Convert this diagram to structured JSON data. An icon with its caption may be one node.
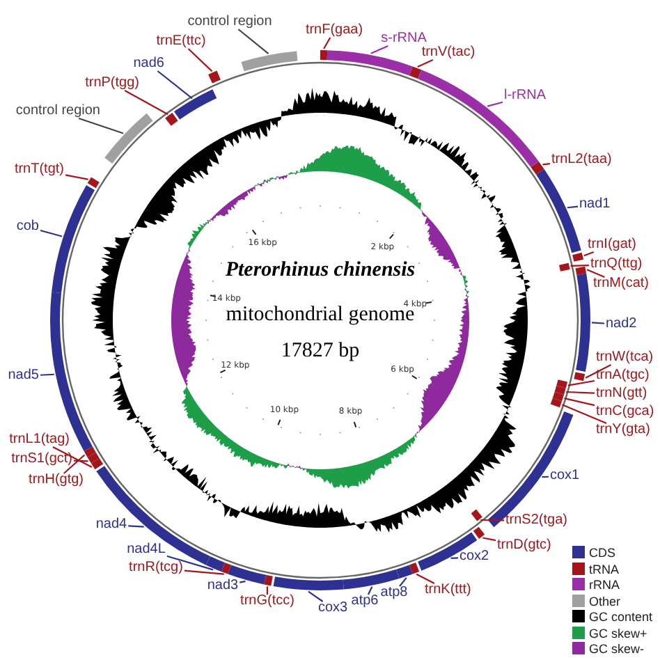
{
  "diagram": {
    "nodes": [
      {
        "text": [
          "control region"
        ]
      },
      {
        "text": [
          "trnE(ttc)"
        ]
      },
      {
        "text": [
          "trnF(gaa)"
        ]
      },
      {
        "text": [
          "s-rRNA"
        ]
      },
      {
        "text": [
          "trnV(tac)"
        ]
      },
      {
        "text": [
          "l-rRNA"
        ]
      },
      {
        "text": [
          "trnL2(taa)"
        ]
      },
      {
        "text": [
          "nad1"
        ]
      },
      {
        "text": [
          "trnI(gat)"
        ]
      },
      {
        "text": [
          "trnQ(ttg)"
        ]
      },
      {
        "text": [
          "trnM(cat)"
        ]
      },
      {
        "text": [
          "nad2"
        ]
      },
      {
        "text": [
          "trnW(tca)"
        ]
      },
      {
        "text": [
          "trnA(tgc)"
        ]
      },
      {
        "text": [
          "trnN(gtt)"
        ]
      },
      {
        "text": [
          "trnC(gca)"
        ]
      },
      {
        "text": [
          "trnY(gta)"
        ]
      },
      {
        "text": [
          "cox1"
        ]
      },
      {
        "text": [
          "trnS2(tga)"
        ]
      },
      {
        "text": [
          "trnD(gtc)"
        ]
      },
      {
        "text": [
          "cox2"
        ]
      },
      {
        "text": [
          "trnK(ttt)"
        ]
      },
      {
        "text": [
          "atp8"
        ]
      },
      {
        "text": [
          "atp6"
        ]
      },
      {
        "text": [
          "cox3"
        ]
      },
      {
        "text": [
          "trnG(tcc)"
        ]
      },
      {
        "text": [
          "nad3"
        ]
      },
      {
        "text": [
          "trnR(tcg)"
        ]
      },
      {
        "text": [
          "nad4L"
        ]
      },
      {
        "text": [
          "nad4"
        ]
      },
      {
        "text": [
          "trnL1(tag)"
        ]
      },
      {
        "text": [
          "trnS1(gct)"
        ]
      },
      {
        "text": [
          "trnH(gtg)"
        ]
      },
      {
        "text": [
          "nad5"
        ]
      },
      {
        "text": [
          "cob"
        ]
      },
      {
        "text": [
          "trnT(tgt)"
        ]
      },
      {
        "text": [
          "control region"
        ]
      },
      {
        "text": [
          "trnP(tgg)"
        ]
      },
      {
        "text": [
          "nad6"
        ]
      },
      {
        "text": [],
        "shape": "bar"
      },
      {
        "text": [],
        "shape": "bar"
      },
      {
        "text": [],
        "shape": "bar"
      },
      {
        "text": [],
        "shape": "bar"
      },
      {
        "text": [],
        "shape": "bar"
      },
      {
        "text": [],
        "shape": "bar"
      },
      {
        "text": [],
        "shape": "bar"
      },
      {
        "text": [],
        "shape": "bar"
      },
      {
        "text": [],
        "shape": "bar"
      },
      {
        "text": [],
        "shape": "bar"
      },
      {
        "text": [],
        "shape": "bar"
      },
      {
        "text": [],
        "shape": "bar"
      },
      {
        "text": [],
        "shape": "bar"
      },
      {
        "text": [],
        "shape": "bar"
      },
      {
        "text": [],
        "shape": "bar"
      },
      {
        "text": [],
        "shape": "bar"
      },
      {
        "text": [],
        "shape": "bar"
      },
      {
        "text": [],
        "shape": "bar"
      },
      {
        "text": [],
        "shape": "bar"
      },
      {
        "text": [],
        "shape": "bar"
      },
      {
        "text": [],
        "shape": "bar"
      },
      {
        "text": [],
        "shape": "bar"
      },
      {
        "text": [],
        "shape": "bar"
      },
      {
        "text": [],
        "shape": "bar"
      },
      {
        "text": [],
        "shape": "bar"
      },
      {
        "text": [],
        "shape": "bar"
      },
      {
        "text": [],
        "shape": "bar"
      },
      {
        "text": [],
        "shape": "bar"
      },
      {
        "text": [],
        "shape": "bar"
      },
      {
        "text": [],
        "shape": "bar"
      },
      {
        "text": [],
        "shape": "bar"
      },
      {
        "text": [],
        "shape": "bar"
      },
      {
        "text": [],
        "shape": "bar"
      },
      {
        "text": [],
        "shape": "bar"
      },
      {
        "text": [],
        "shape": "bar"
      },
      {
        "text": [],
        "shape": "bar"
      },
      {
        "text": [],
        "shape": "bar"
      },
      {
        "text": [],
        "shape": "bar"
      },
      {
        "text": [],
        "shape": "bar"
      }
    ],
    "edges": [
      {
        "from": 0,
        "to": 39,
        "arrow": "none",
        "color": "#444444"
      },
      {
        "from": 1,
        "to": 40,
        "arrow": "none"
      },
      {
        "from": 2,
        "to": 41,
        "arrow": "none"
      },
      {
        "from": 3,
        "to": 42,
        "arrow": "none",
        "color": "#9b2fa8"
      },
      {
        "from": 4,
        "to": 43,
        "arrow": "none"
      },
      {
        "from": 5,
        "to": 44,
        "arrow": "none",
        "color": "#9b2fa8"
      },
      {
        "from": 6,
        "to": 45,
        "arrow": "none"
      },
      {
        "from": 7,
        "to": 46,
        "arrow": "none",
        "color": "#2e3192"
      },
      {
        "from": 8,
        "to": 47,
        "arrow": "none"
      },
      {
        "from": 9,
        "to": 48,
        "arrow": "none"
      },
      {
        "from": 10,
        "to": 49,
        "arrow": "none"
      },
      {
        "from": 11,
        "to": 50,
        "arrow": "none",
        "color": "#2e3192"
      },
      {
        "from": 12,
        "to": 51,
        "arrow": "none"
      },
      {
        "from": 13,
        "to": 52,
        "arrow": "none"
      },
      {
        "from": 14,
        "to": 53,
        "arrow": "none"
      },
      {
        "from": 15,
        "to": 54,
        "arrow": "none"
      },
      {
        "from": 16,
        "to": 55,
        "arrow": "none"
      },
      {
        "from": 17,
        "to": 56,
        "arrow": "none",
        "color": "#2e3192"
      },
      {
        "from": 18,
        "to": 57,
        "arrow": "none"
      },
      {
        "from": 19,
        "to": 58,
        "arrow": "none"
      },
      {
        "from": 20,
        "to": 59,
        "arrow": "none",
        "color": "#2e3192"
      },
      {
        "from": 21,
        "to": 60,
        "arrow": "none"
      },
      {
        "from": 22,
        "to": 61,
        "arrow": "none",
        "color": "#2e3192"
      },
      {
        "from": 23,
        "to": 62,
        "arrow": "none",
        "color": "#2e3192"
      },
      {
        "from": 24,
        "to": 63,
        "arrow": "none",
        "color": "#2e3192"
      },
      {
        "from": 25,
        "to": 64,
        "arrow": "none"
      },
      {
        "from": 26,
        "to": 65,
        "arrow": "none",
        "color": "#2e3192"
      },
      {
        "from": 27,
        "to": 66,
        "arrow": "none"
      },
      {
        "from": 28,
        "to": 67,
        "arrow": "none",
        "color": "#2e3192"
      },
      {
        "from": 29,
        "to": 68,
        "arrow": "none",
        "color": "#2e3192"
      },
      {
        "from": 30,
        "to": 69,
        "arrow": "none"
      },
      {
        "from": 31,
        "to": 70,
        "arrow": "none"
      },
      {
        "from": 32,
        "to": 71,
        "arrow": "none"
      },
      {
        "from": 33,
        "to": 72,
        "arrow": "none",
        "color": "#2e3192"
      },
      {
        "from": 34,
        "to": 73,
        "arrow": "none",
        "color": "#2e3192"
      },
      {
        "from": 35,
        "to": 74,
        "arrow": "none"
      },
      {
        "from": 36,
        "to": 75,
        "arrow": "none",
        "color": "#444444"
      },
      {
        "from": 37,
        "to": 76,
        "arrow": "none"
      },
      {
        "from": 38,
        "to": 77,
        "arrow": "none",
        "color": "#2e3192"
      }
    ],
    "labels": [
      "Pterorhinus chinensis",
      "mitochondrial genome",
      "17827 bp",
      "2 kbp",
      "4 kbp",
      "6 kbp",
      "8 kbp",
      "10 kbp",
      "12 kbp",
      "14 kbp",
      "16 kbp"
    ],
    "legend": [
      {
        "text": "CDS",
        "color": "#2e3192"
      },
      {
        "text": "tRNA",
        "color": "#a3171c"
      },
      {
        "text": "rRNA",
        "color": "#9b2fa8"
      },
      {
        "text": "Other",
        "color": "#a0a0a0"
      },
      {
        "text": "GC content",
        "color": "#000000"
      },
      {
        "text": "GC skew+",
        "color": "#1e9e48"
      },
      {
        "text": "GC skew-",
        "color": "#8e2a9e"
      }
    ]
  }
}
